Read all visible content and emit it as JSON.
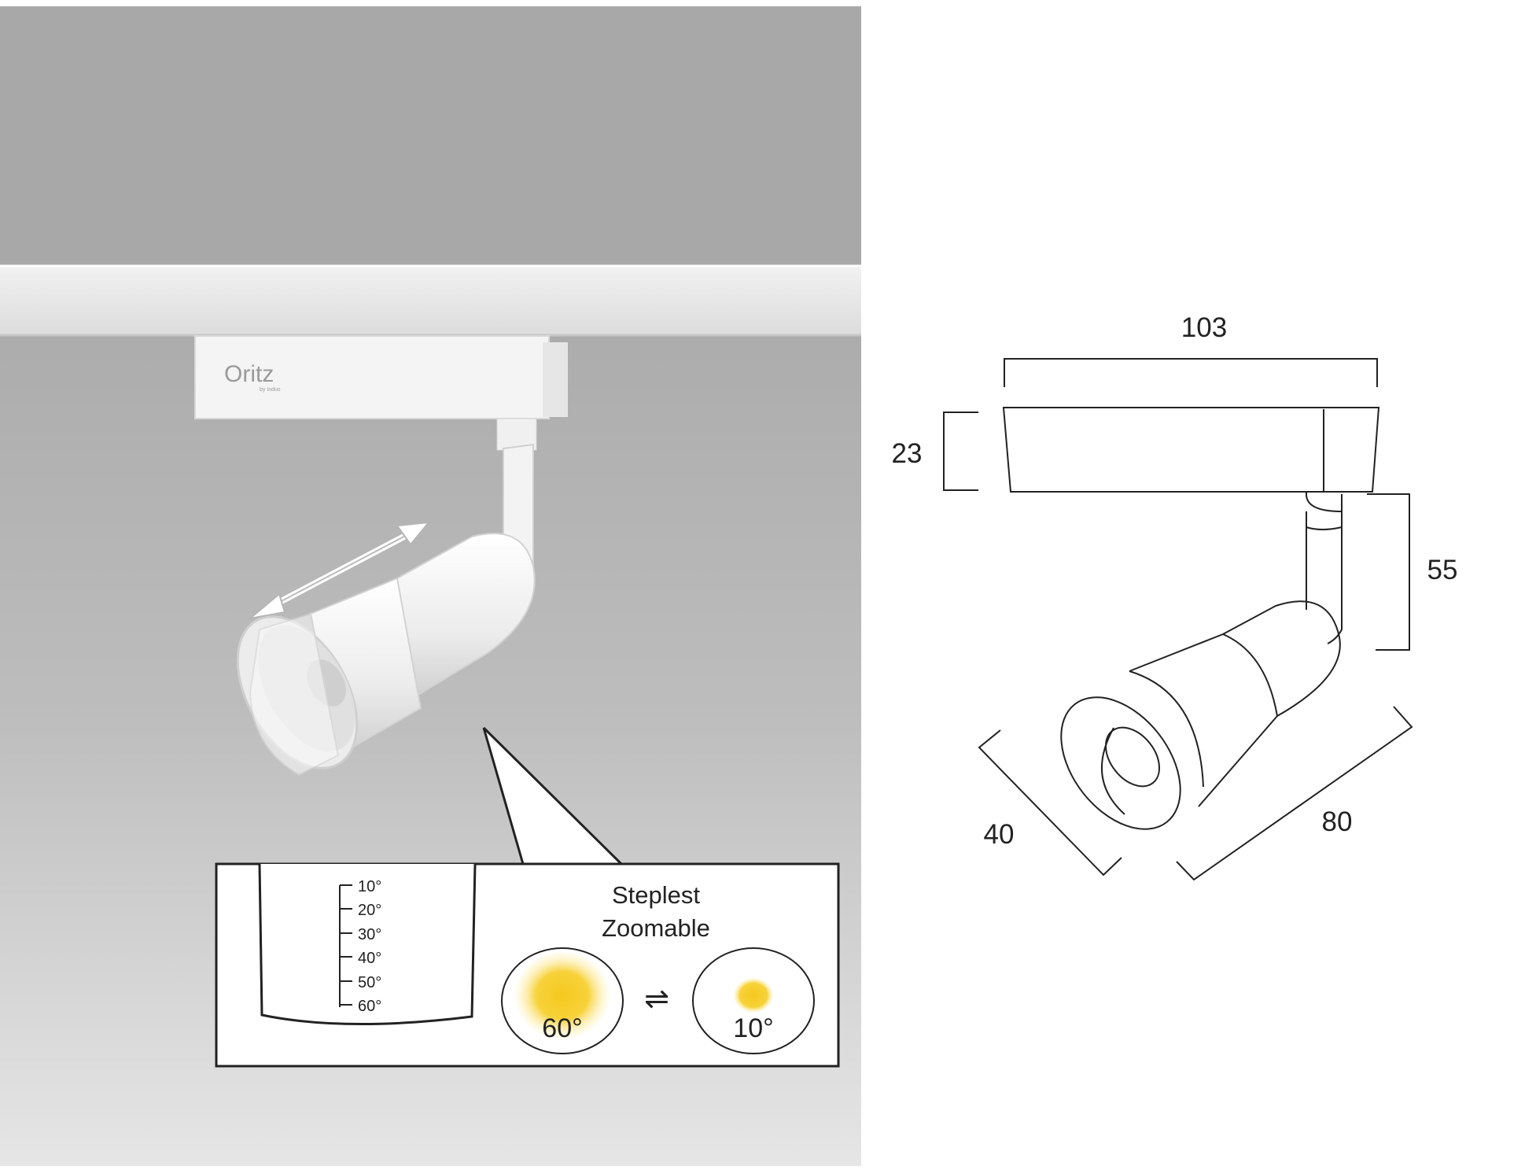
{
  "product": {
    "brand_logo": "Oritz",
    "brand_sub": "by Indus"
  },
  "zoom_callout": {
    "scale_ticks": [
      "10°",
      "20°",
      "30°",
      "40°",
      "50°",
      "60°"
    ],
    "title_line1": "Steplest",
    "title_line2": "Zoomable",
    "wide_beam_label": "60°",
    "narrow_beam_label": "10°",
    "exchange_symbol": "⇌",
    "beam_color": "#f5c81e"
  },
  "dimensions": {
    "width": "103",
    "height_adapter": "23",
    "height_arm": "55",
    "diameter": "40",
    "length": "80"
  }
}
